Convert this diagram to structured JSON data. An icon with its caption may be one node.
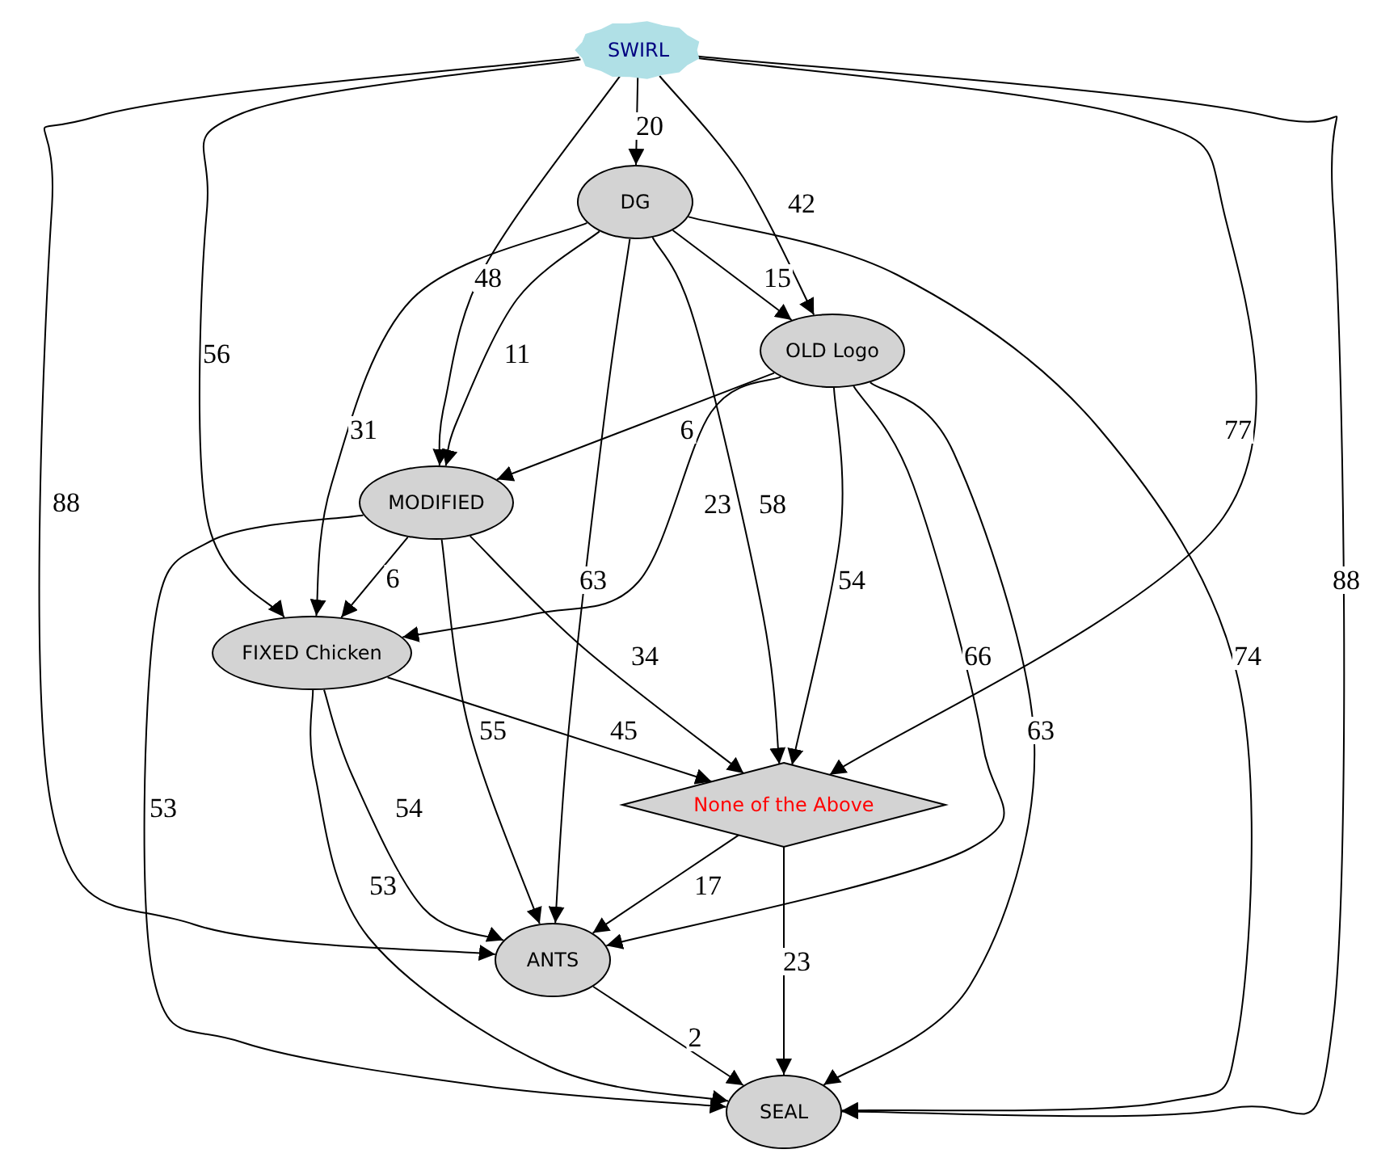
{
  "diagram": {
    "nodes": [
      {
        "text": [
          "SWIRL"
        ]
      },
      {
        "text": [
          "DG"
        ]
      },
      {
        "text": [
          "OLD Logo"
        ]
      },
      {
        "text": [
          "MODIFIED"
        ]
      },
      {
        "text": [
          "FIXED Chicken"
        ]
      },
      {
        "text": [
          "None of the Above"
        ]
      },
      {
        "text": [
          "ANTS"
        ]
      },
      {
        "text": [
          "SEAL"
        ]
      }
    ],
    "edges": [
      {
        "from": 0,
        "to": 1,
        "arrow": "to",
        "label": "20"
      },
      {
        "from": 0,
        "to": 2,
        "arrow": "to",
        "label": "42"
      },
      {
        "from": 0,
        "to": 3,
        "arrow": "to",
        "label": "48"
      },
      {
        "from": 0,
        "to": 4,
        "arrow": "to",
        "label": "56"
      },
      {
        "from": 0,
        "to": 6,
        "arrow": "to",
        "label": "88"
      },
      {
        "from": 0,
        "to": 5,
        "arrow": "to",
        "label": "77"
      },
      {
        "from": 0,
        "to": 7,
        "arrow": "to",
        "label": "88"
      },
      {
        "from": 1,
        "to": 2,
        "arrow": "to",
        "label": "15"
      },
      {
        "from": 1,
        "to": 3,
        "arrow": "to",
        "label": "11"
      },
      {
        "from": 1,
        "to": 4,
        "arrow": "to",
        "label": "31"
      },
      {
        "from": 1,
        "to": 6,
        "arrow": "to",
        "label": "63"
      },
      {
        "from": 1,
        "to": 5,
        "arrow": "to",
        "label": "58"
      },
      {
        "from": 1,
        "to": 7,
        "arrow": "to",
        "label": "74"
      },
      {
        "from": 2,
        "to": 3,
        "arrow": "to",
        "label": "6"
      },
      {
        "from": 2,
        "to": 4,
        "arrow": "to",
        "label": "23"
      },
      {
        "from": 2,
        "to": 5,
        "arrow": "to",
        "label": "54"
      },
      {
        "from": 2,
        "to": 6,
        "arrow": "to",
        "label": "66"
      },
      {
        "from": 2,
        "to": 7,
        "arrow": "to",
        "label": "63"
      },
      {
        "from": 3,
        "to": 4,
        "arrow": "to",
        "label": "6"
      },
      {
        "from": 3,
        "to": 5,
        "arrow": "to",
        "label": "34"
      },
      {
        "from": 3,
        "to": 6,
        "arrow": "to",
        "label": "55"
      },
      {
        "from": 3,
        "to": 7,
        "arrow": "to",
        "label": "53"
      },
      {
        "from": 4,
        "to": 5,
        "arrow": "to",
        "label": "45"
      },
      {
        "from": 4,
        "to": 6,
        "arrow": "to",
        "label": "54"
      },
      {
        "from": 4,
        "to": 7,
        "arrow": "to",
        "label": "53"
      },
      {
        "from": 5,
        "to": 6,
        "arrow": "to",
        "label": "17"
      },
      {
        "from": 5,
        "to": 7,
        "arrow": "to",
        "label": "23"
      },
      {
        "from": 6,
        "to": 7,
        "arrow": "to",
        "label": "2"
      }
    ]
  }
}
